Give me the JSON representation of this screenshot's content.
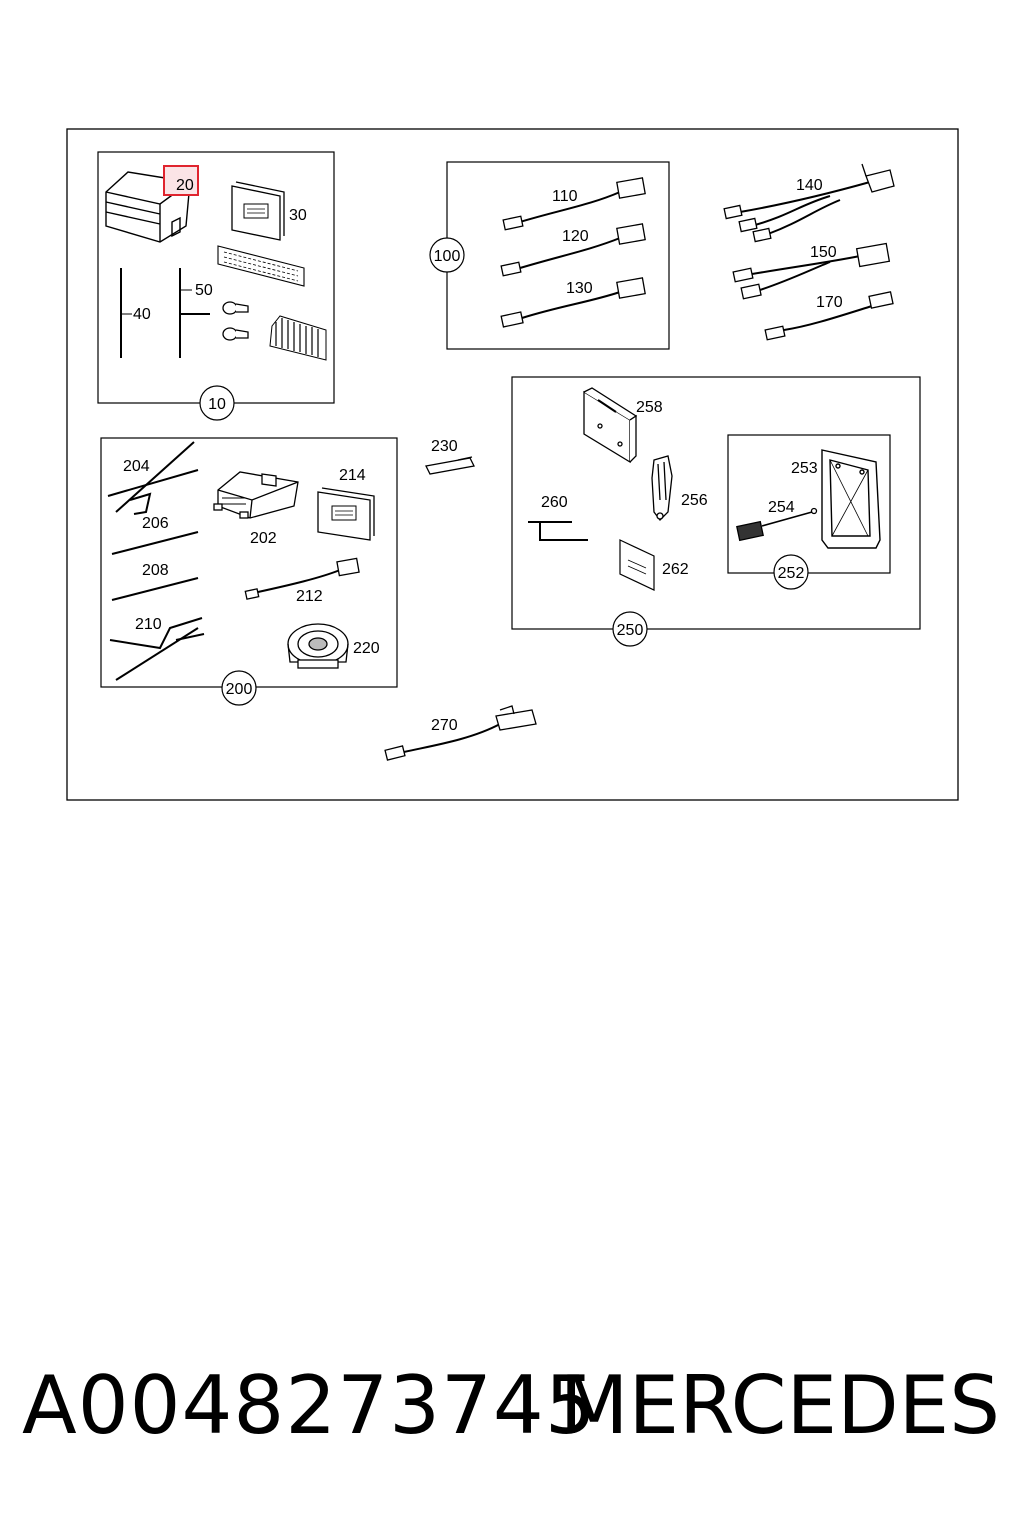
{
  "footer": {
    "part_number": "A0048273745",
    "brand": "MERCEDES"
  },
  "diagram": {
    "highlighted_label": "20",
    "highlight_color": "#e0242e",
    "labels": {
      "l10": "10",
      "l20": "20",
      "l30": "30",
      "l40": "40",
      "l50": "50",
      "l100": "100",
      "l110": "110",
      "l120": "120",
      "l130": "130",
      "l140": "140",
      "l150": "150",
      "l170": "170",
      "l200": "200",
      "l202": "202",
      "l204": "204",
      "l206": "206",
      "l208": "208",
      "l210": "210",
      "l212": "212",
      "l214": "214",
      "l220": "220",
      "l230": "230",
      "l250": "250",
      "l252": "252",
      "l253": "253",
      "l254": "254",
      "l256": "256",
      "l258": "258",
      "l260": "260",
      "l262": "262",
      "l270": "270"
    }
  }
}
